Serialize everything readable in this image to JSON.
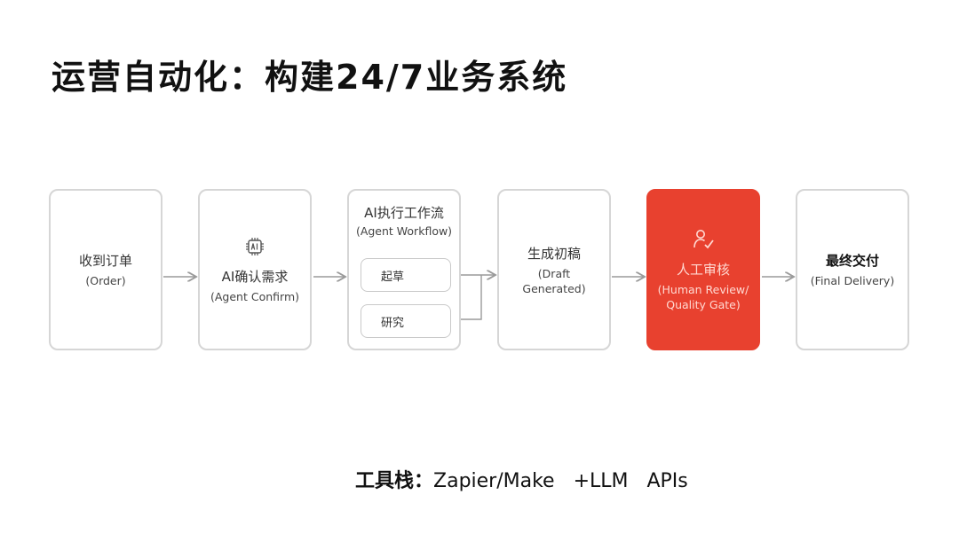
{
  "title": "运营自动化：构建24/7业务系统",
  "steps": [
    {
      "label": "收到订单",
      "sub": "(Order)"
    },
    {
      "label": "AI确认需求",
      "sub": "(Agent Confirm)",
      "icon": "ai-chip-icon"
    },
    {
      "label": "AI执行工作流",
      "sub": "(Agent Workflow)",
      "tasks": [
        "起草",
        "研究"
      ]
    },
    {
      "label": "生成初稿",
      "sub_line1": "(Draft",
      "sub_line2": "Generated)"
    },
    {
      "label": "人工审核",
      "sub_line1": "(Human Review/",
      "sub_line2": "Quality Gate)",
      "icon": "person-check-icon",
      "highlight": "#e8412f"
    },
    {
      "label": "最终交付",
      "sub": "(Final Delivery)"
    }
  ],
  "footer": {
    "label": "工具栈：",
    "tools": "Zapier/Make   +LLM   APIs"
  },
  "colors": {
    "accent": "#e8412f",
    "box_border": "#d6d6d6",
    "arrow": "#9a9a9a"
  }
}
